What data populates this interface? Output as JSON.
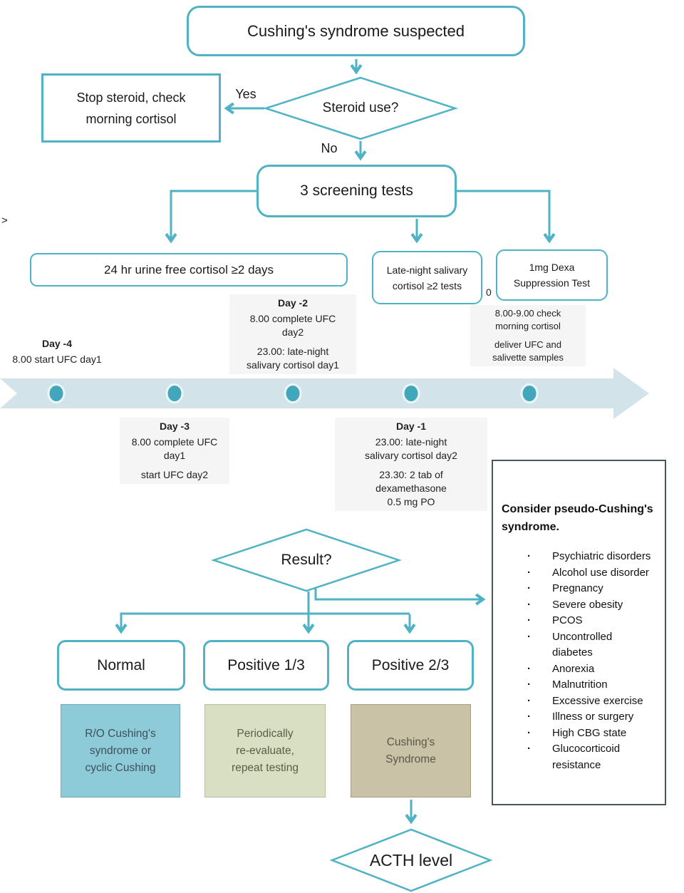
{
  "flow": {
    "suspected": "Cushing's syndrome suspected",
    "steroid_use": "Steroid use?",
    "yes_label": "Yes",
    "no_label": "No",
    "stop_steroid": [
      "Stop steroid, check",
      "morning cortisol"
    ],
    "screening": "3 screening tests",
    "ufc_test": "24 hr urine free cortisol ≥2 days",
    "salivary_test": [
      "Late-night salivary",
      "cortisol ≥2 tests"
    ],
    "dexa_test": [
      "1mg Dexa",
      "Suppression Test"
    ],
    "result": "Result?",
    "outcomes": [
      "Normal",
      "Positive 1/3",
      "Positive 2/3"
    ],
    "outcome_notes": [
      [
        "R/O Cushing's",
        "syndrome or",
        "cyclic Cushing"
      ],
      [
        "Periodically",
        "re-evaluate,",
        "repeat testing"
      ],
      [
        "Cushing's",
        "Syndrome"
      ]
    ],
    "acth": "ACTH level",
    "stray_gt": ">",
    "day_zero_partial": "0"
  },
  "timeline": {
    "day_minus_4": {
      "title": "Day -4",
      "lines": [
        "8.00 start UFC day1"
      ]
    },
    "day_minus_3": {
      "title": "Day -3",
      "lines": [
        "8.00 complete UFC",
        "day1",
        "start UFC day2"
      ]
    },
    "day_minus_2": {
      "title": "Day -2",
      "lines": [
        "8.00 complete UFC",
        "day2",
        "23.00: late-night",
        "salivary cortisol day1"
      ]
    },
    "day_minus_1": {
      "title": "Day -1",
      "lines": [
        "23.00: late-night",
        "salivary cortisol day2",
        "23.30: 2 tab of",
        "dexamethasone",
        "0.5 mg PO"
      ]
    },
    "day_zero_notes": [
      "8.00-9.00 check",
      "morning cortisol",
      "deliver UFC and",
      "salivette samples"
    ]
  },
  "pseudo": {
    "title": [
      "Consider pseudo-Cushing's",
      "syndrome."
    ],
    "items": [
      "Psychiatric disorders",
      "Alcohol use disorder",
      "Pregnancy",
      "Severe obesity",
      "PCOS",
      "Uncontrolled\ndiabetes",
      "Anorexia",
      "Malnutrition",
      "Excessive exercise",
      "Illness or surgery",
      "High CBG state",
      "Glucocorticoid\nresistance"
    ]
  },
  "colors": {
    "line": "#4fb2c5",
    "timeline_band": "#d2e4ea",
    "timeline_dot": "#43a7bc",
    "outcome_fill_normal": "#8ecbd9",
    "outcome_fill_periodic": "#d9dfc3",
    "outcome_fill_cushing": "#c9c2a6",
    "pseudo_border": "#4a555e"
  }
}
